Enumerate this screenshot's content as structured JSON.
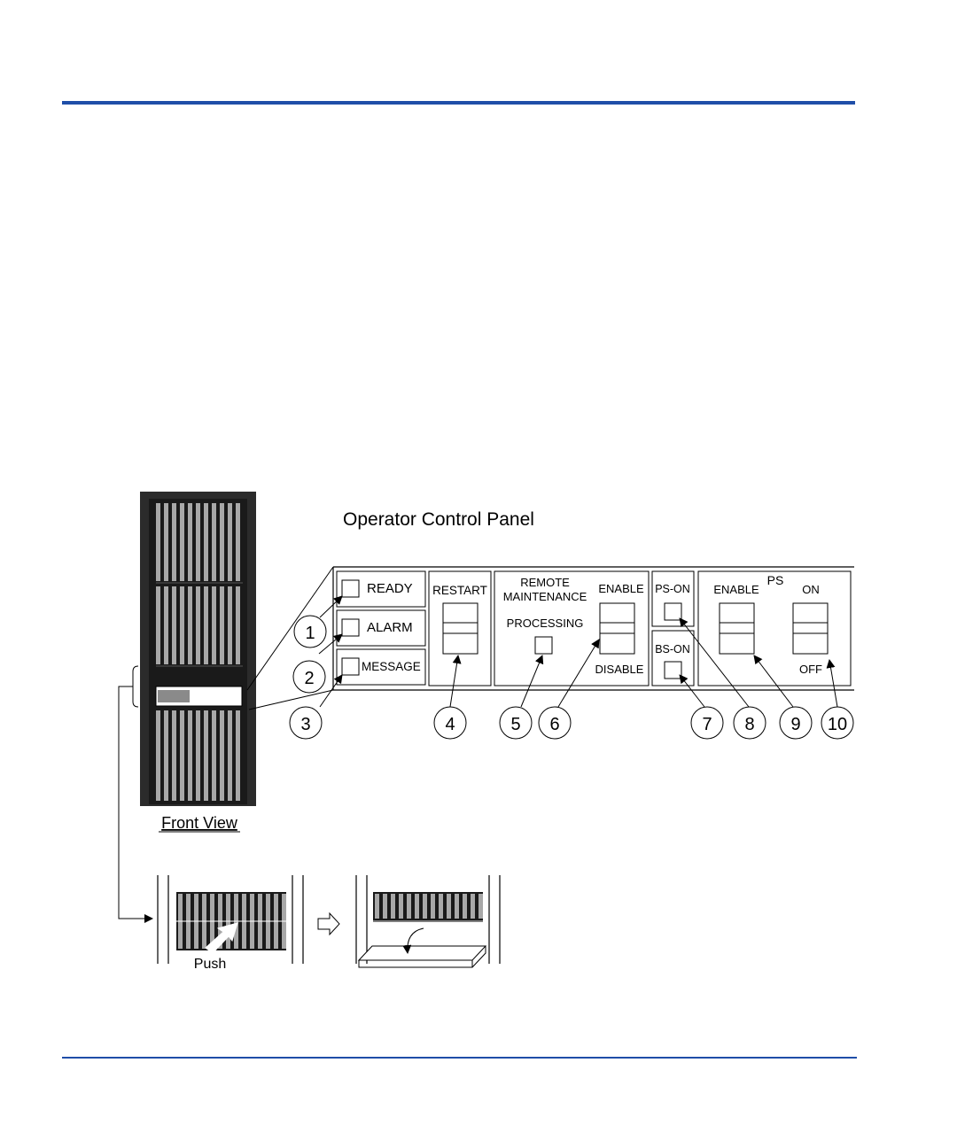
{
  "colors": {
    "rule": "#1f4ea8",
    "cabinet": "#2b2b2b",
    "stripe": "#a8a8a8"
  },
  "figure": {
    "panel_title": "Operator Control Panel",
    "front_view_label": "Front View",
    "push_label": "Push",
    "panel": {
      "ready": "READY",
      "alarm": "ALARM",
      "message": "MESSAGE",
      "restart": "RESTART",
      "remote": "REMOTE",
      "maintenance": "MAINTENANCE",
      "processing": "PROCESSING",
      "rm_enable": "ENABLE",
      "rm_disable": "DISABLE",
      "ps_on": "PS-ON",
      "bs_on": "BS-ON",
      "ps": "PS",
      "ps_enable": "ENABLE",
      "ps_switch_on": "ON",
      "ps_switch_off": "OFF"
    },
    "callouts": [
      "1",
      "2",
      "3",
      "4",
      "5",
      "6",
      "7",
      "8",
      "9",
      "10"
    ]
  }
}
